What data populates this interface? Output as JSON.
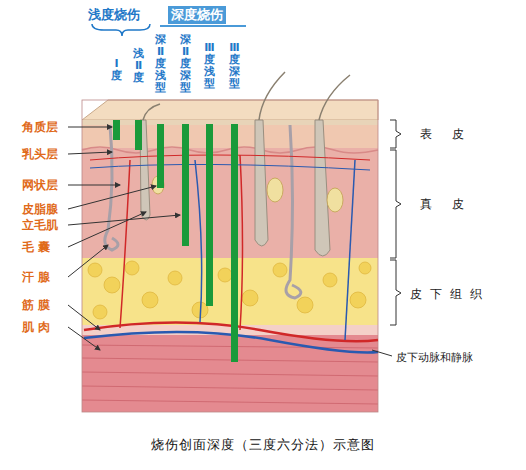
{
  "diagram": {
    "caption": "烧伤创面深度（三度六分法）示意图",
    "labels": [
      "浅度烧伤",
      "深度烧伤",
      "Ⅰ度",
      "浅Ⅱ度",
      "深Ⅱ度浅型",
      "深Ⅱ度深型",
      "Ⅲ度浅型",
      "Ⅲ度深型",
      "角质层",
      "乳头层",
      "网状层",
      "皮脂腺",
      "立毛肌",
      "毛 囊",
      "汗 腺",
      "筋 膜",
      "肌 肉",
      "表 皮",
      "真 皮",
      "皮下组织",
      "皮下动脉和静脉"
    ]
  }
}
